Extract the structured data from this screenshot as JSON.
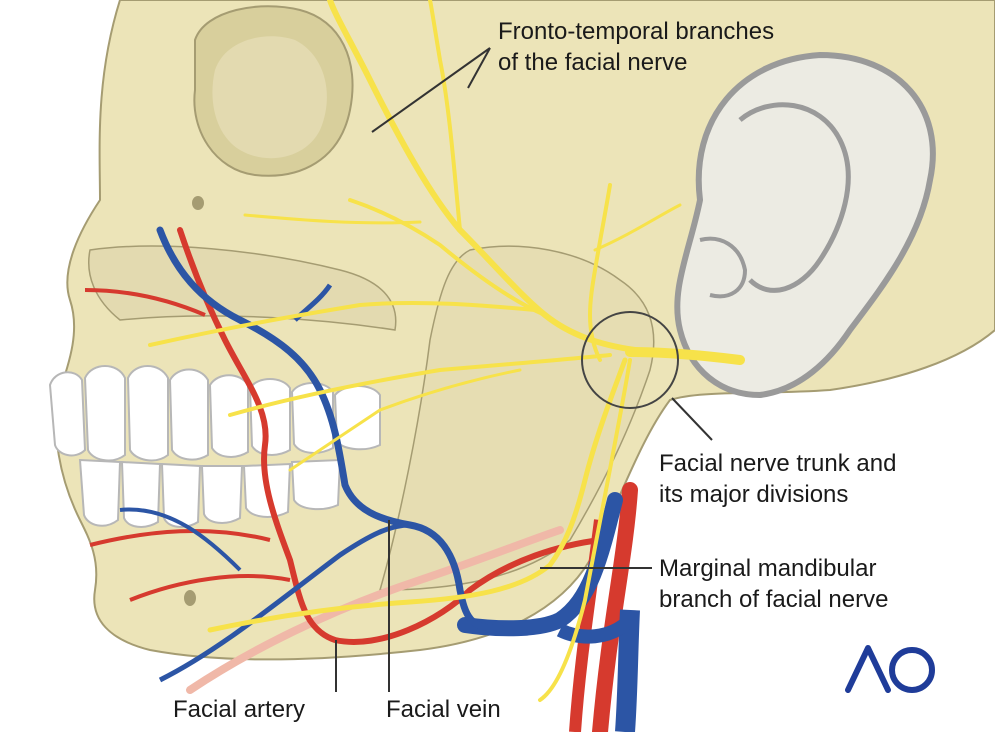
{
  "labels": {
    "fronto_temporal": [
      "Fronto-temporal branches",
      "of the facial nerve"
    ],
    "nerve_trunk": [
      "Facial nerve trunk and",
      "its major divisions"
    ],
    "marginal_mandibular": [
      "Marginal mandibular",
      "branch of facial nerve"
    ],
    "facial_artery": "Facial artery",
    "facial_vein": "Facial vein"
  },
  "logo": {
    "text": "AO",
    "color": "#1f3c99"
  },
  "colors": {
    "bone": "#ece4b8",
    "bone_shade": "#d8cf9c",
    "bone_outline": "#a59c72",
    "nerve": "#f7e24a",
    "nerve_outline": "#c8b400",
    "artery": "#d63a2e",
    "vein": "#2c55a5",
    "teeth": "#ffffff",
    "ear": "#ececea",
    "leader": "#333333"
  }
}
